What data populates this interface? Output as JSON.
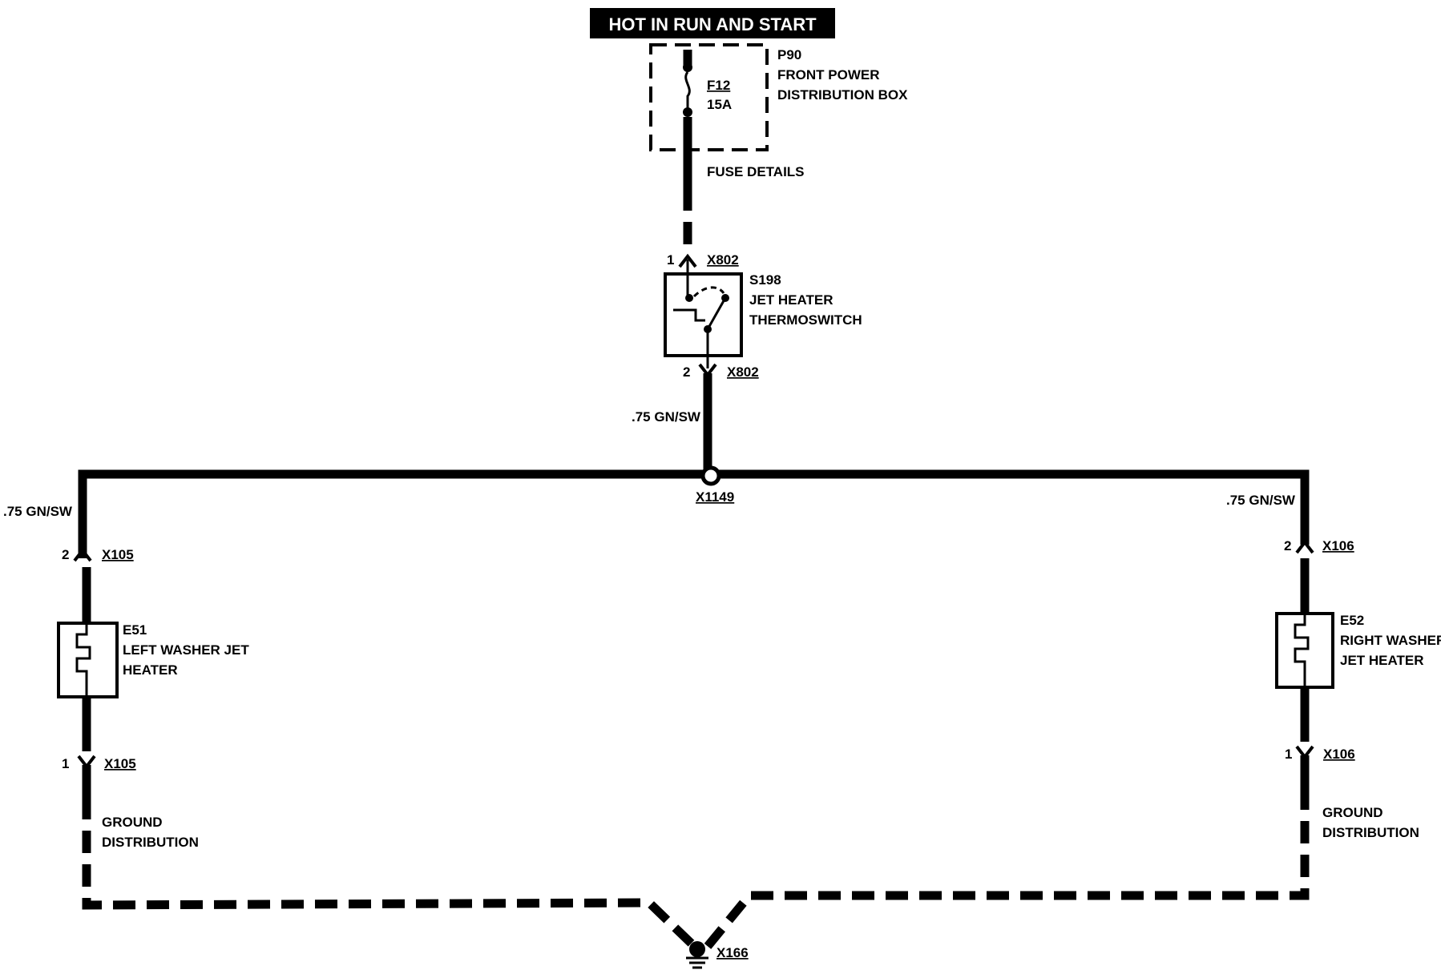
{
  "header": {
    "title": "HOT IN RUN AND START"
  },
  "power_box": {
    "id": "P90",
    "line1": "FRONT POWER",
    "line2": "DISTRIBUTION BOX"
  },
  "fuse": {
    "id": "F12",
    "rating": "15A",
    "details": "FUSE DETAILS"
  },
  "switch": {
    "id": "S198",
    "line1": "JET HEATER",
    "line2": "THERMOSWITCH",
    "connector": "X802",
    "pin_in": "1",
    "pin_out": "2"
  },
  "wires": {
    "center": ".75 GN/SW",
    "left": ".75 GN/SW",
    "right": ".75 GN/SW"
  },
  "splice": {
    "id": "X1149"
  },
  "left_heater": {
    "id": "E51",
    "line1": "LEFT WASHER JET",
    "line2": "HEATER",
    "connector": "X105",
    "pin_top": "2",
    "pin_bottom": "1",
    "ground_line1": "GROUND",
    "ground_line2": "DISTRIBUTION"
  },
  "right_heater": {
    "id": "E52",
    "line1": "RIGHT WASHER",
    "line2": "JET HEATER",
    "connector": "X106",
    "pin_top": "2",
    "pin_bottom": "1",
    "ground_line1": "GROUND",
    "ground_line2": "DISTRIBUTION"
  },
  "ground": {
    "id": "X166"
  }
}
